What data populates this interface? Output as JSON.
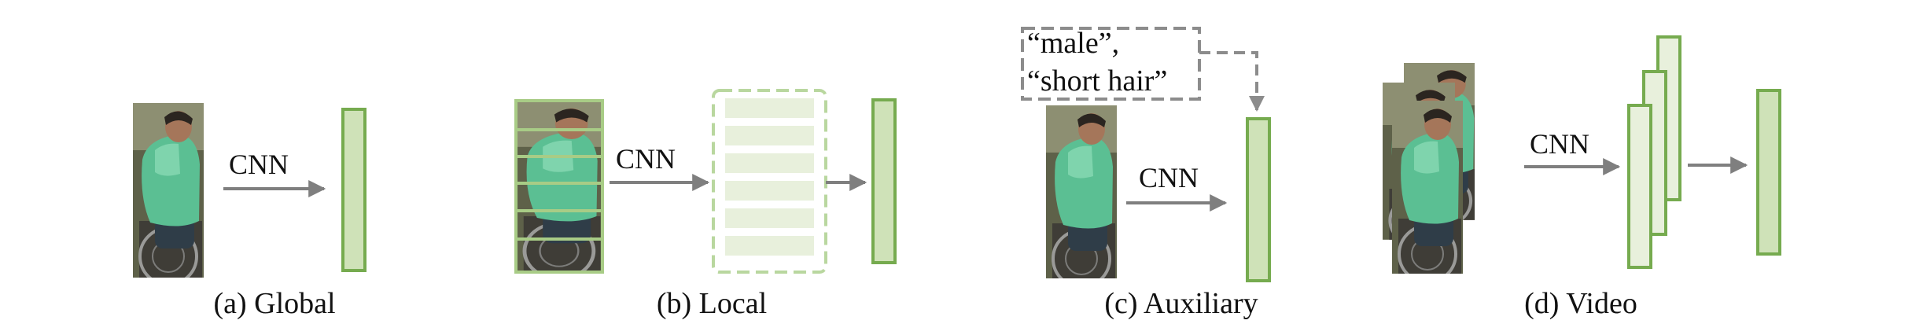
{
  "panels": [
    {
      "caption": "(a) Global",
      "arrow_label": "CNN"
    },
    {
      "caption": "(b) Local",
      "arrow_label": "CNN"
    },
    {
      "caption": "(c) Auxiliary",
      "arrow_label": "CNN",
      "attributes": [
        "“male”,",
        "“short hair”"
      ]
    },
    {
      "caption": "(d) Video",
      "arrow_label": "CNN"
    }
  ],
  "colors": {
    "feature_fill": "#cfe2b8",
    "feature_stroke": "#76ab4f",
    "part_fill": "#e8f0dc",
    "part_stroke": "#a8cc86",
    "arrow": "#7f7f7f",
    "dashed_box": "#8c8c8c"
  },
  "icons": [
    "person-image",
    "feature-vector",
    "arrow-icon",
    "dashed-box"
  ]
}
